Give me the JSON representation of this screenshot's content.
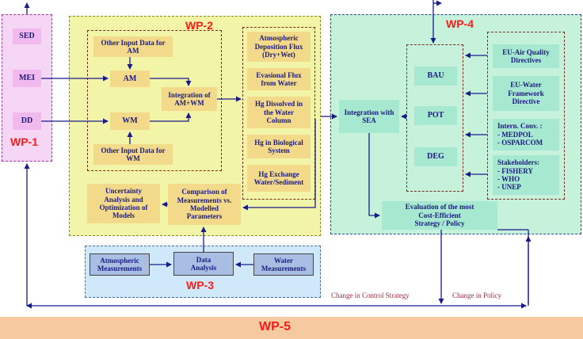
{
  "wp1": {
    "label": "WP-1",
    "items": [
      "SED",
      "MEI",
      "DD"
    ]
  },
  "wp2": {
    "label": "WP-2",
    "other_input_am": "Other Input Data for\nAM",
    "am": "AM",
    "wm": "WM",
    "other_input_wm": "Other Input Data for\nWM",
    "integration": "Integration of\nAM+WM",
    "fluxes": [
      "Atmospheric\nDeposition Flux\n(Dry+Wet)",
      "Evasional Flux\nfrom Water",
      "Hg Dissolved in\nthe Water\nColumn",
      "Hg in Biological\nSystem",
      "Hg Exchange\nWater/Sediment"
    ],
    "uncertainty": "Uncertainty\nAnalysis and\nOptimization of\nModels",
    "comparison": "Comparison of\nMeasurements vs.\nModelled\nParameters"
  },
  "wp3": {
    "label": "WP-3",
    "atmospheric": "Atmospheric\nMeasurements",
    "data_analysis": "Data\nAnalysis",
    "water": "Water\nMeasurements"
  },
  "wp4": {
    "label": "WP-4",
    "integration_sea": "Integration with\nSEA",
    "scenarios": [
      "BAU",
      "POT",
      "DEG"
    ],
    "eu_air": "EU-Air Quality\nDirectives",
    "eu_water": "EU-Water\nFramework\nDirective",
    "intern_conv": "Intern. Conv. :\n- MEDPOL\n- OSPARCOM",
    "stakeholders": "Stakeholders:\n- FISHERY\n- WHO\n- UNEP",
    "evaluation": "Evaluation of the most\nCost-Efficient\nStrategy / Policy"
  },
  "wp5": {
    "label": "WP-5",
    "change_control": "Change in Control Strategy",
    "change_policy": "Change in Policy"
  },
  "colors": {
    "wp1_fill": "#f5d6f5",
    "wp2_fill": "#f2f4a8",
    "wp3_fill": "#cfe8fa",
    "wp4_fill": "#c6f2dc",
    "wp5_fill": "#f6caa0",
    "arrow": "#1a1a8c",
    "label_red": "#ff1a1a"
  }
}
